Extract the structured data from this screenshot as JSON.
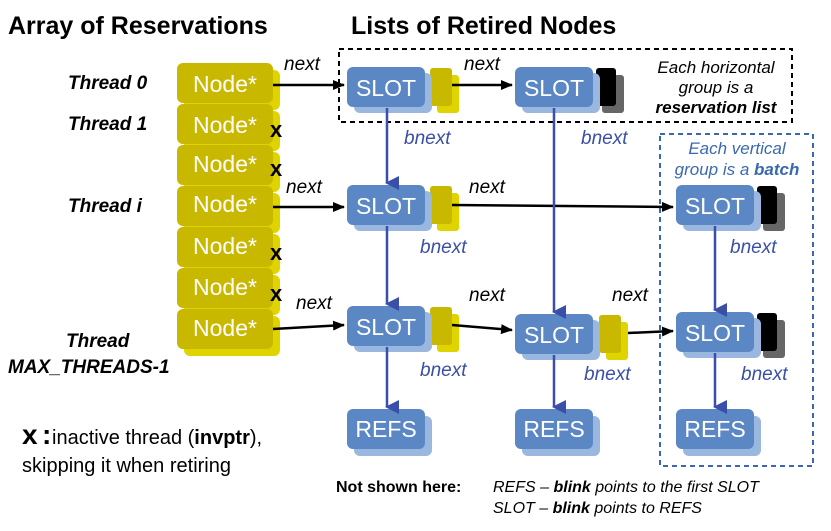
{
  "colors": {
    "node_fill": "#c9b800",
    "node_shadow": "#e0d400",
    "slot_fill": "#5b87c5",
    "slot_shadow": "#9ab7e0",
    "arrow_black": "#000000",
    "arrow_blue": "#3a4fa8",
    "yellow_tab": "#d6c900",
    "black_tab": "#000000"
  },
  "headings": {
    "left": "Array of Reservations",
    "right": "Lists of Retired Nodes"
  },
  "threads": {
    "t0": "Thread 0",
    "t1": "Thread 1",
    "ti": "Thread i",
    "tmax_line1": "Thread",
    "tmax_line2": "MAX_THREADS-1"
  },
  "node_label": "Node*",
  "inactive_mark": "x",
  "slot_label": "SLOT",
  "refs_label": "REFS",
  "edge_labels": {
    "next": "next",
    "bnext": "bnext"
  },
  "notes": {
    "horizontal_line1": "Each horizontal",
    "horizontal_line2": "group is a",
    "horizontal_line3": "reservation list",
    "vertical_line1": "Each vertical",
    "vertical_line2_pre": "group is a ",
    "vertical_line2_bold": "batch"
  },
  "legend": {
    "symbol": "x",
    "colon": ":",
    "line1_pre": " inactive thread (",
    "line1_bold": "invptr",
    "line1_post": "),",
    "line2": "skipping it when retiring"
  },
  "footnote": {
    "label": "Not shown here:",
    "line1_pre": "REFS – ",
    "line1_bold": "blink",
    "line1_post": " points to the first SLOT",
    "line2_pre": "SLOT – ",
    "line2_bold": "blink",
    "line2_post": " points to REFS"
  }
}
